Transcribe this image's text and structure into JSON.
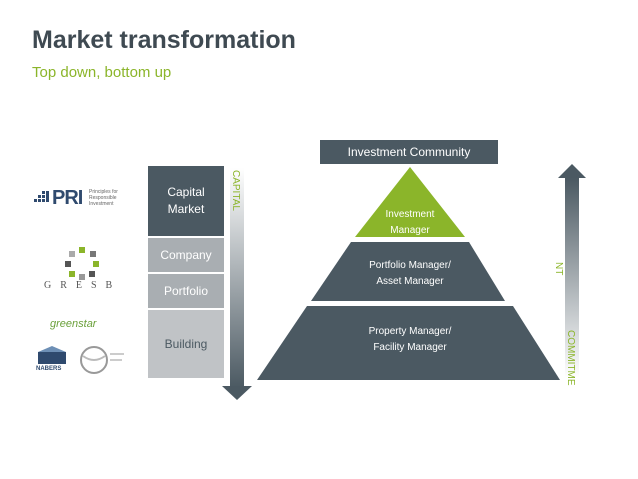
{
  "header": {
    "title": "Market transformation",
    "subtitle": "Top down, bottom up"
  },
  "left_stack": {
    "capital_market": "Capital\nMarket",
    "company": "Company",
    "portfolio": "Portfolio",
    "building": "Building",
    "arrow_label": "CAPITAL"
  },
  "pyramid": {
    "top_box": "Investment Community",
    "tier1": "Investment\nManager",
    "tier2": "Portfolio Manager/\nAsset Manager",
    "tier3": "Property Manager/\nFacility Manager",
    "arrow_label_part1": "NT",
    "arrow_label_part2": "COMMITME"
  },
  "logos": {
    "pri": "PRI",
    "pri_sub": "Principles for Responsible Investment",
    "gresb": "GRESB",
    "greenstar": "greenstar",
    "nabers": "NABERS"
  },
  "colors": {
    "dark": "#4b5962",
    "green": "#8bb52a",
    "light_gray": "#a9aeb2"
  }
}
